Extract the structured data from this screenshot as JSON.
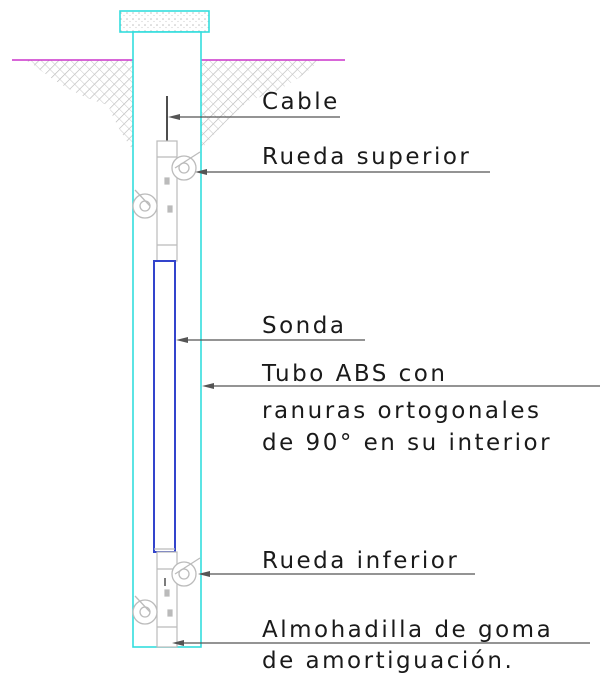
{
  "labels": {
    "cable": "Cable",
    "upper_wheel": "Rueda superior",
    "probe": "Sonda",
    "tube_line1": "Tubo ABS con",
    "tube_line2": "ranuras ortogonales",
    "tube_line3": "de 90° en su interior",
    "lower_wheel": "Rueda inferior",
    "pad_line1": "Almohadilla de goma",
    "pad_line2": "de amortiguación."
  },
  "colors": {
    "tube_outline": "#33dddd",
    "ground_line": "#cc33cc",
    "probe_body": "#3344cc",
    "leader_lines": "#555555",
    "soil_hatch": "#b8b8b8",
    "text": "#1a1a1a"
  }
}
